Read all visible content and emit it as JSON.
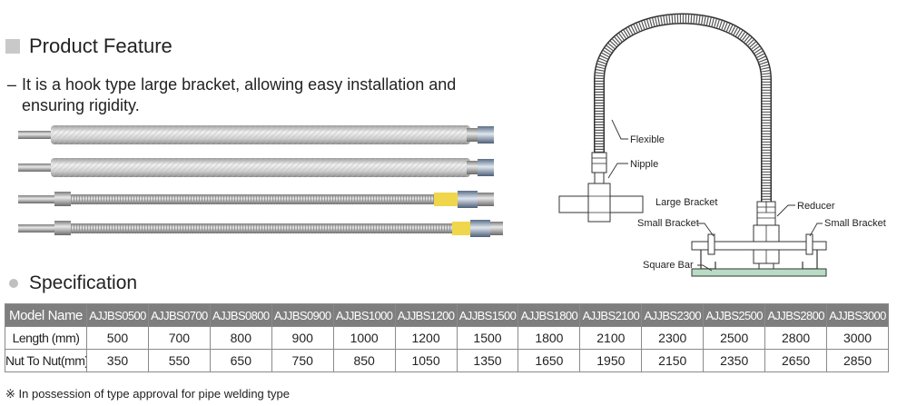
{
  "feature": {
    "title": "Product Feature",
    "dash": "–",
    "line1": "It is a hook type large bracket, allowing easy installation and",
    "line2": "ensuring rigidity."
  },
  "diagram": {
    "labels": {
      "flexible": "Flexible",
      "nipple": "Nipple",
      "large_bracket": "Large Bracket",
      "reducer": "Reducer",
      "small_bracket_left": "Small Bracket",
      "small_bracket_right": "Small Bracket",
      "square_bar": "Square Bar"
    }
  },
  "spec": {
    "title": "Specification",
    "headers": [
      "Model Name",
      "AJJBS0500",
      "AJJBS0700",
      "AJJBS0800",
      "AJJBS0900",
      "AJJBS1000",
      "AJJBS1200",
      "AJJBS1500",
      "AJJBS1800",
      "AJJBS2100",
      "AJJBS2300",
      "AJJBS2500",
      "AJJBS2800",
      "AJJBS3000"
    ],
    "rows": [
      [
        "Length (mm)",
        "500",
        "700",
        "800",
        "900",
        "1000",
        "1200",
        "1500",
        "1800",
        "2100",
        "2300",
        "2500",
        "2800",
        "3000"
      ],
      [
        "Nut To Nut(mm)",
        "350",
        "550",
        "650",
        "750",
        "850",
        "1050",
        "1350",
        "1650",
        "1950",
        "2150",
        "2350",
        "2650",
        "2850"
      ]
    ]
  },
  "footnote": "※ In possession of type approval for pipe welding type",
  "colors": {
    "header_bg": "#7e7e7e",
    "bullet": "#c9c9c9",
    "yellow_band": "#f0d64a",
    "base_green": "#b8dcc4"
  }
}
